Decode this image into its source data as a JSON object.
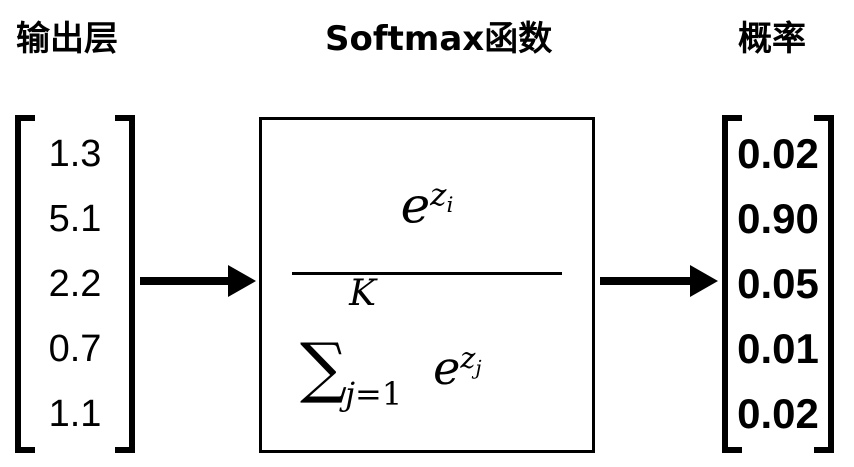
{
  "headings": {
    "left": "输出层",
    "middle": "Softmax函数",
    "right": "概率"
  },
  "input_values": [
    "1.3",
    "5.1",
    "2.2",
    "0.7",
    "1.1"
  ],
  "output_values": [
    "0.02",
    "0.90",
    "0.05",
    "0.01",
    "0.02"
  ],
  "formula": {
    "numerator_base": "e",
    "numerator_exp_var": "z",
    "numerator_exp_sub": "i",
    "sum_symbol": "∑",
    "sum_upper": "K",
    "sum_lower_var": "j",
    "sum_lower_rest": "=1",
    "denominator_base": "e",
    "denominator_exp_var": "z",
    "denominator_exp_sub": "j"
  },
  "icons": {
    "arrow_left": "right-arrow-icon",
    "arrow_right": "right-arrow-icon"
  }
}
